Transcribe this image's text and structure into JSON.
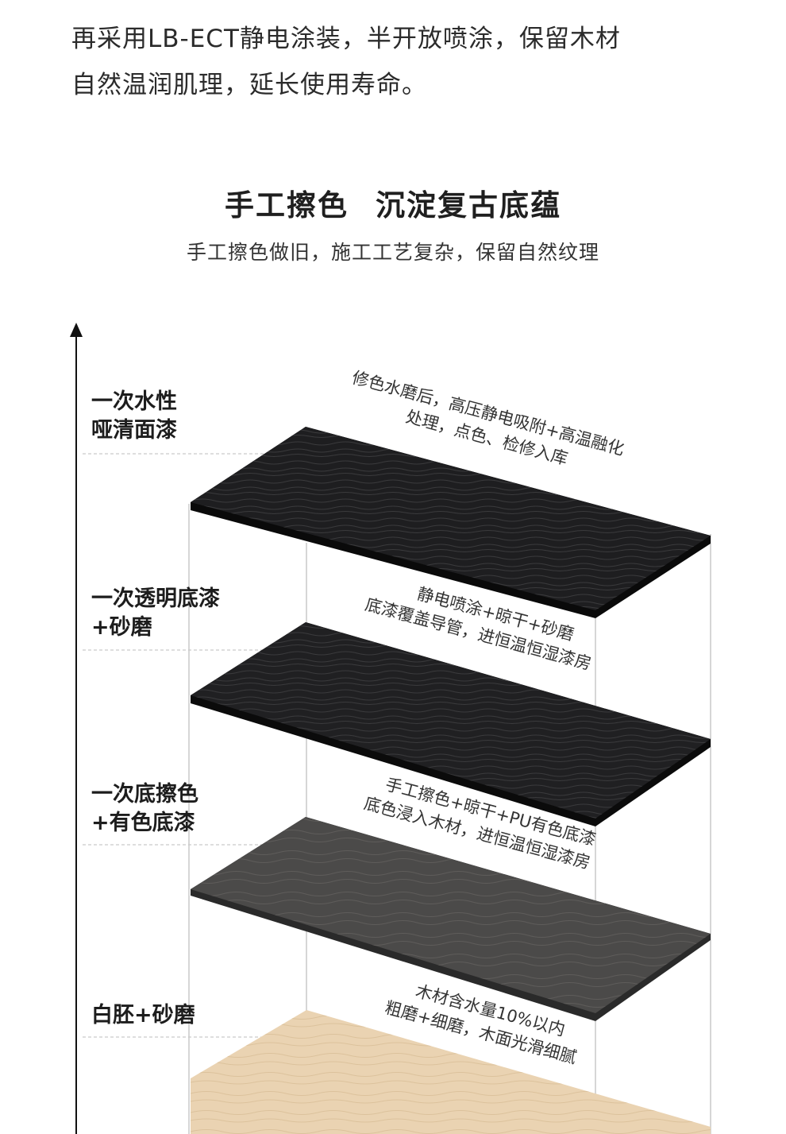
{
  "intro": {
    "line1": "再采用LB-ECT静电涂装，半开放喷涂，保留木材",
    "line2": "自然温润肌理，延长使用寿命。"
  },
  "section": {
    "title_part1": "手工擦色",
    "title_part2": "沉淀复古底蕴",
    "subtitle": "手工擦色做旧，施工工艺复杂，保留自然纹理"
  },
  "layers": [
    {
      "label_line1": "一次水性",
      "label_line2": "哑清面漆",
      "note_line1": "修色水磨后，高压静电吸附+高温融化",
      "note_line2": "处理，点色、检修入库",
      "color": "#1e1e20"
    },
    {
      "label_line1": "一次透明底漆",
      "label_line2": "+砂磨",
      "note_line1": "静电喷涂+晾干+砂磨",
      "note_line2": "底漆覆盖导管，进恒温恒湿漆房",
      "color": "#202022"
    },
    {
      "label_line1": "一次底擦色",
      "label_line2": "+有色底漆",
      "note_line1": "手工擦色+晾干+PU有色底漆",
      "note_line2": "底色浸入木材，进恒温恒湿漆房",
      "color": "#4b4a49"
    },
    {
      "label_line1": "白胚+砂磨",
      "label_line2": "",
      "note_line1": "木材含水量10%以内",
      "note_line2": "粗磨+细磨，木面光滑细腻",
      "color": "#ead3b2"
    }
  ],
  "icons": {
    "axis": "up-arrow-icon"
  },
  "colors": {
    "text": "#2b2b2b",
    "guide": "#bdbdbd",
    "edge": "#0d0d0d"
  }
}
